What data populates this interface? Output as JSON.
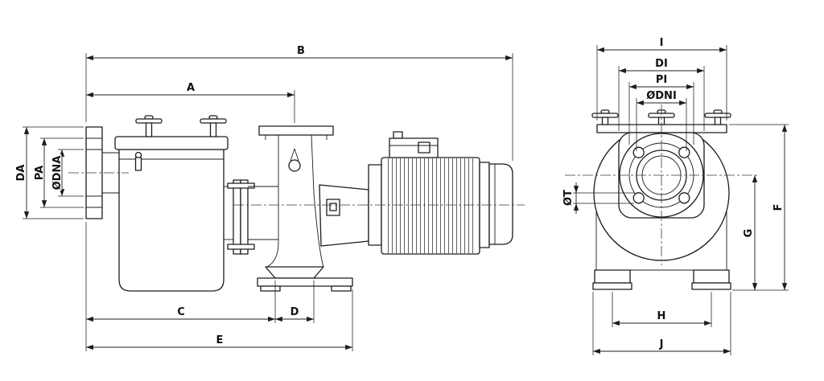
{
  "drawing": {
    "background": "#ffffff",
    "line_color": "#1c1c1c",
    "side_view": {
      "dim_B": "B",
      "dim_A": "A",
      "dim_DA": "DA",
      "dim_PA": "PA",
      "dim_DNA": "ØDNA",
      "dim_C": "C",
      "dim_D": "D",
      "dim_E": "E"
    },
    "front_view": {
      "dim_I": "I",
      "dim_DI": "DI",
      "dim_PI": "PI",
      "dim_DNI": "ØDNI",
      "dim_T": "ØT",
      "dim_F": "F",
      "dim_G": "G",
      "dim_H": "H",
      "dim_J": "J"
    }
  }
}
